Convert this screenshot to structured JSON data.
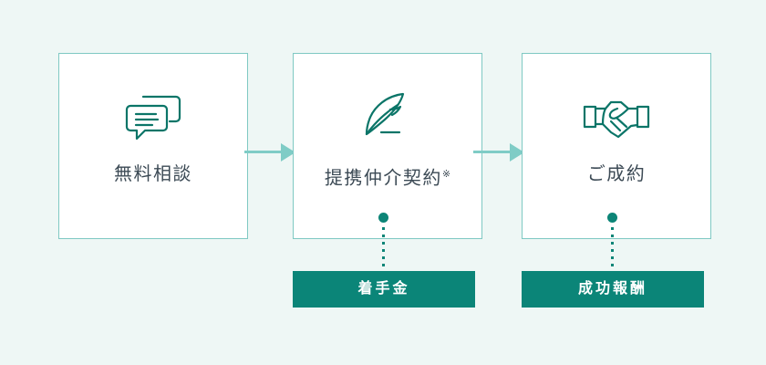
{
  "theme": {
    "background": "#eef7f5",
    "box_border": "#7fc9c3",
    "box_fill": "#ffffff",
    "icon_color": "#0b7568",
    "arrow_color": "#7fccc6",
    "accent_dark": "#0b8578",
    "text_color": "#3c4a55",
    "banner_text": "#ffffff"
  },
  "steps": [
    {
      "id": "step-1",
      "label": "無料相談",
      "icon": "chat-bubbles-icon",
      "has_note_mark": false,
      "note_mark": ""
    },
    {
      "id": "step-2",
      "label": "提携仲介契約",
      "icon": "feather-quill-icon",
      "has_note_mark": true,
      "note_mark": "※"
    },
    {
      "id": "step-3",
      "label": "ご成約",
      "icon": "handshake-icon",
      "has_note_mark": false,
      "note_mark": ""
    }
  ],
  "connectors": [
    {
      "id": "arrow-1",
      "icon": "arrow-right-icon",
      "from": "step-1",
      "to": "step-2"
    },
    {
      "id": "arrow-2",
      "icon": "arrow-right-icon",
      "from": "step-2",
      "to": "step-3"
    }
  ],
  "fees": [
    {
      "id": "fee-2",
      "label": "着手金",
      "attached_to": "step-2"
    },
    {
      "id": "fee-3",
      "label": "成功報酬",
      "attached_to": "step-3"
    }
  ]
}
